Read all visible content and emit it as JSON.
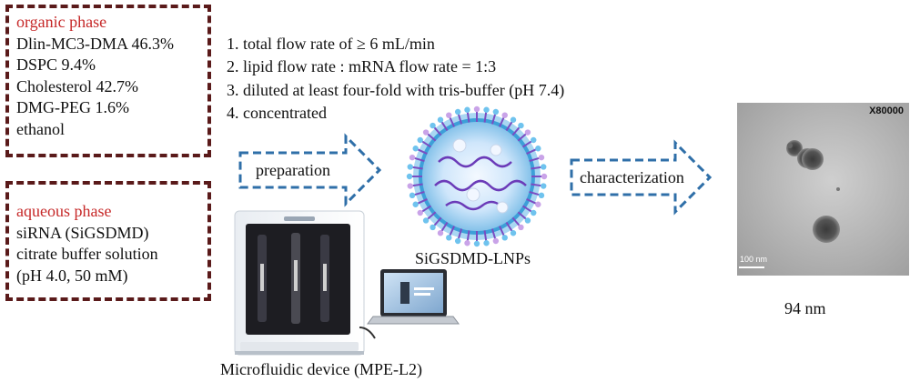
{
  "organic": {
    "heading": "organic phase",
    "items": [
      "Dlin-MC3-DMA 46.3%",
      "DSPC 9.4%",
      "Cholesterol  42.7%",
      "DMG-PEG 1.6%",
      "ethanol"
    ]
  },
  "aqueous": {
    "heading": "aqueous phase",
    "items": [
      "siRNA (SiGSDMD)",
      "citrate buffer solution",
      "(pH 4.0, 50 mM)"
    ]
  },
  "steps": [
    "1. total flow rate of ≥ 6 mL/min",
    "2. lipid flow rate : mRNA  flow rate = 1:3",
    "3. diluted at least four-fold with tris-buffer (pH 7.4)",
    "4. concentrated"
  ],
  "labels": {
    "preparation": "preparation",
    "characterization": "characterization",
    "lnp_name": "SiGSDMD-LNPs",
    "device": "Microfluidic device (MPE-L2)",
    "particle_size": "94 nm",
    "magnification": "X80000",
    "scale_bar": "100 nm"
  },
  "colors": {
    "box_border": "#5a1a1a",
    "heading": "#c62828",
    "arrow": "#2f6fa8"
  }
}
